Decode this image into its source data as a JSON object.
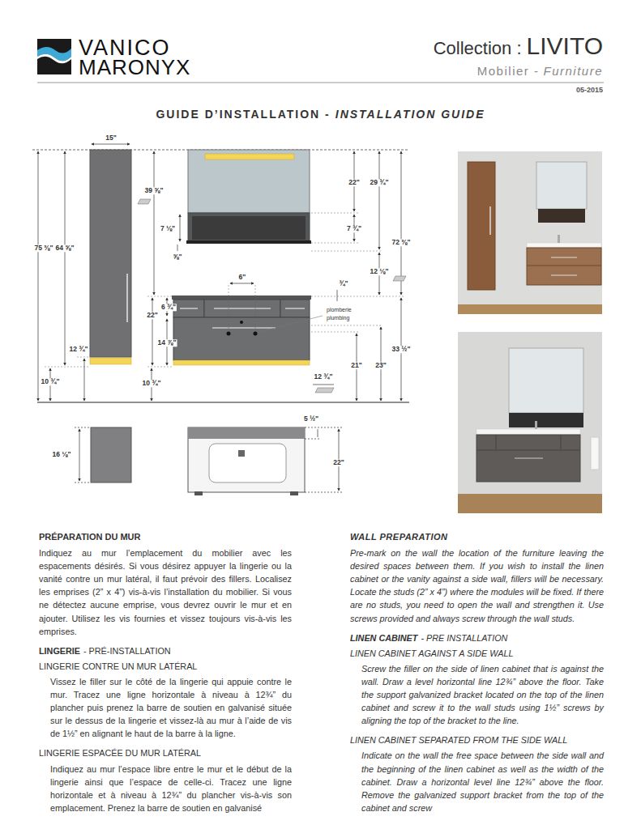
{
  "diagram": {
    "title": "GUIDE D’INSTALLATION -",
    "labels": [
      "VANICO",
      "MARONYX",
      "Collection :",
      "LIVITO",
      "Mobilier -",
      "Furniture",
      "05-2015",
      "INSTALLATION GUIDE",
      "15\"",
      "39 ⅝\"",
      "22\"",
      "29 ¾\"",
      "7 ⅛\"",
      "⅝\"",
      "7 ¾\"",
      "75 ⅜\"",
      "64 ⅝\"",
      "12 ⅛\"",
      "72 ⅜\"",
      "6\"",
      "¾\"",
      "22\"",
      "6 ¾\"",
      "plomberie",
      "plumbing",
      "14 ⅞\"",
      "12 ¾\"",
      "21\"",
      "23\"",
      "33 ½\"",
      "10 ¾\"",
      "10 ¾\"",
      "12 ¾\"",
      "5 ½\"",
      "16 ⅛\"",
      "22\"",
      "PRÉPARATION DU MUR",
      "Indiquez au mur l’emplacement du mobilier avec les espacements désirés. Si vous désirez appuyer la lingerie ou la vanité contre un mur latéral, il faut prévoir des fillers. Localisez les emprises (2” x 4”) vis-à-vis l’installation du mobilier. Si vous ne détectez aucune emprise, vous devrez ouvrir le mur et en ajouter. Utilisez les vis fournies et vissez toujours vis-à-vis les emprises.",
      "LINGERIE",
      "- PRÉ-INSTALLATION",
      "LINGERIE CONTRE UN MUR LATÉRAL",
      "Vissez le filler sur le côté de la lingerie qui appuie contre le mur. Tracez une ligne horizontale à niveau à 12¾” du plancher puis prenez la barre de soutien en galvanisé située sur le dessus de la lingerie et vissez-là au mur à l’aide de vis de 1½” en alignant le haut de la barre à la ligne.",
      "LINGERIE ESPACÉE DU MUR LATÉRAL",
      "Indiquez au mur l’espace libre entre le mur et le début de la lingerie ainsi que l’espace de celle-ci. Tracez une ligne horizontale et à niveau à 12¾” du plancher vis-à-vis son emplacement. Prenez la barre de soutien en galvanisé",
      "WALL PREPARATION",
      "Pre-mark on the wall the location of the furniture leaving the desired spaces between them. If you wish to install the linen cabinet or the vanity against a side wall, fillers will be necessary. Locate the studs (2” x 4”) where the modules will be fixed. If there are no studs, you need to open the wall and strengthen it. Use screws provided and always screw through the wall studs.",
      "LINEN CABINET",
      "- PRE INSTALLATION",
      "LINEN CABINET AGAINST A SIDE WALL",
      "Screw the filler on the side of linen cabinet that is against the wall. Draw a level horizontal line 12¾” above the floor. Take the support galvanized bracket located on the top of the linen cabinet and screw it to the wall studs using 1½” screws by aligning the top of the bracket to the line.",
      "LINEN CABINET SEPARATED FROM THE SIDE WALL",
      "Indicate on the wall the free space between the side wall and the beginning of the linen cabinet as well as the width of the cabinet. Draw a horizontal level line 12¾” above the floor. Remove the galvanized support bracket from the top of the cabinet and screw"
    ]
  }
}
